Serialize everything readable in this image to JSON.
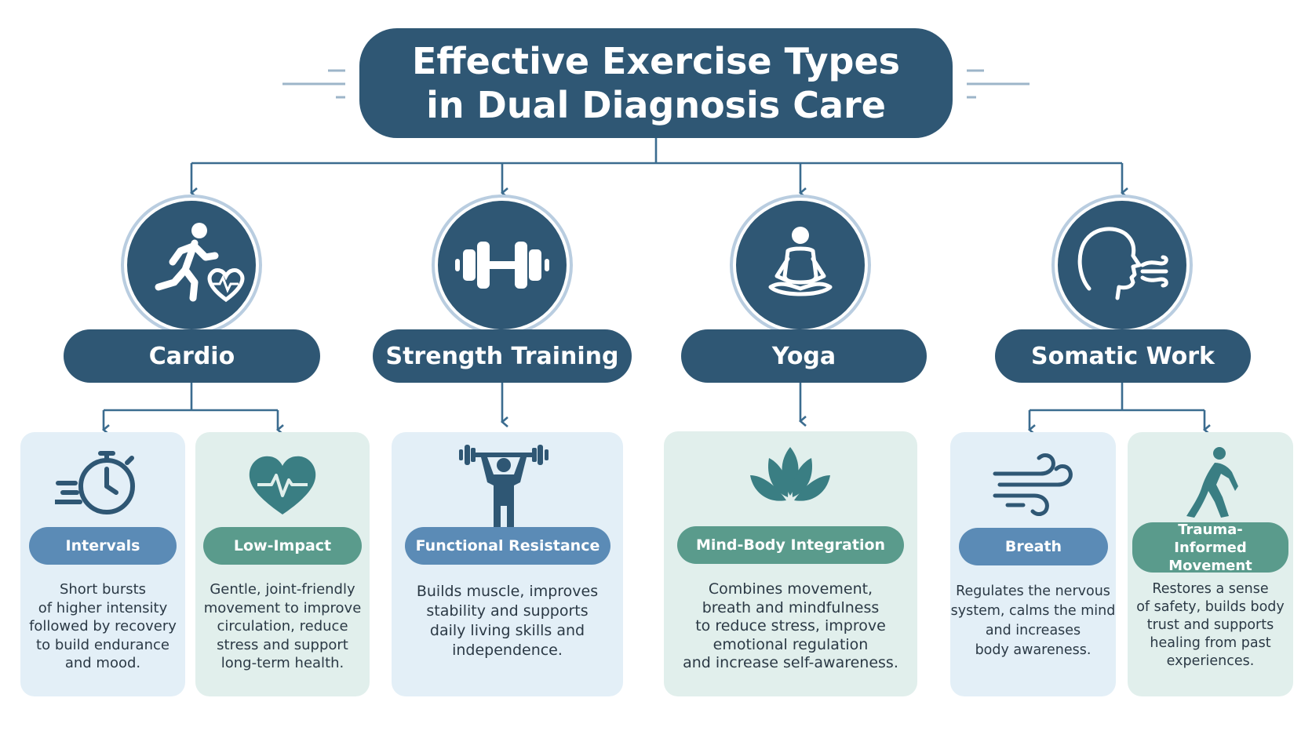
{
  "title": {
    "line1": "Effective Exercise Types",
    "line2": "in Dual Diagnosis Care"
  },
  "colors": {
    "navy": "#2f5774",
    "connector": "#3b6c8f",
    "card_blue": "#e3eff7",
    "card_green": "#e1efec",
    "pill_blue": "#5b8bb6",
    "pill_green": "#5a9b8c"
  },
  "categories": [
    {
      "label": "Cardio",
      "icon": "runner-heart-icon",
      "subs": [
        {
          "label": "Intervals",
          "icon": "stopwatch-icon",
          "text": "Short bursts\nof higher intensity\nfollowed by recovery\nto build endurance\nand mood."
        },
        {
          "label": "Low-Impact",
          "icon": "heart-pulse-icon",
          "text": "Gentle, joint-friendly\nmovement to improve\ncirculation, reduce\nstress and support\nlong-term health."
        }
      ]
    },
    {
      "label": "Strength Training",
      "icon": "dumbbell-icon",
      "subs": [
        {
          "label": "Functional Resistance",
          "icon": "weightlifter-icon",
          "text": "Builds muscle, improves\nstability and supports\ndaily living skills and\nindependence."
        }
      ]
    },
    {
      "label": "Yoga",
      "icon": "meditation-icon",
      "subs": [
        {
          "label": "Mind-Body Integration",
          "icon": "lotus-icon",
          "text": "Combines movement,\nbreath and mindfulness\nto reduce stress, improve\nemotional regulation\nand increase self-awareness."
        }
      ]
    },
    {
      "label": "Somatic Work",
      "icon": "head-breath-icon",
      "subs": [
        {
          "label": "Breath",
          "icon": "wind-icon",
          "text": "Regulates the nervous\nsystem, calms the mind\nand increases\nbody awareness."
        },
        {
          "label": "Trauma-Informed Movement",
          "icon": "stretching-figure-icon",
          "text": "Restores a sense\nof safety, builds body\ntrust and supports\nhealing from past\nexperiences."
        }
      ]
    }
  ]
}
